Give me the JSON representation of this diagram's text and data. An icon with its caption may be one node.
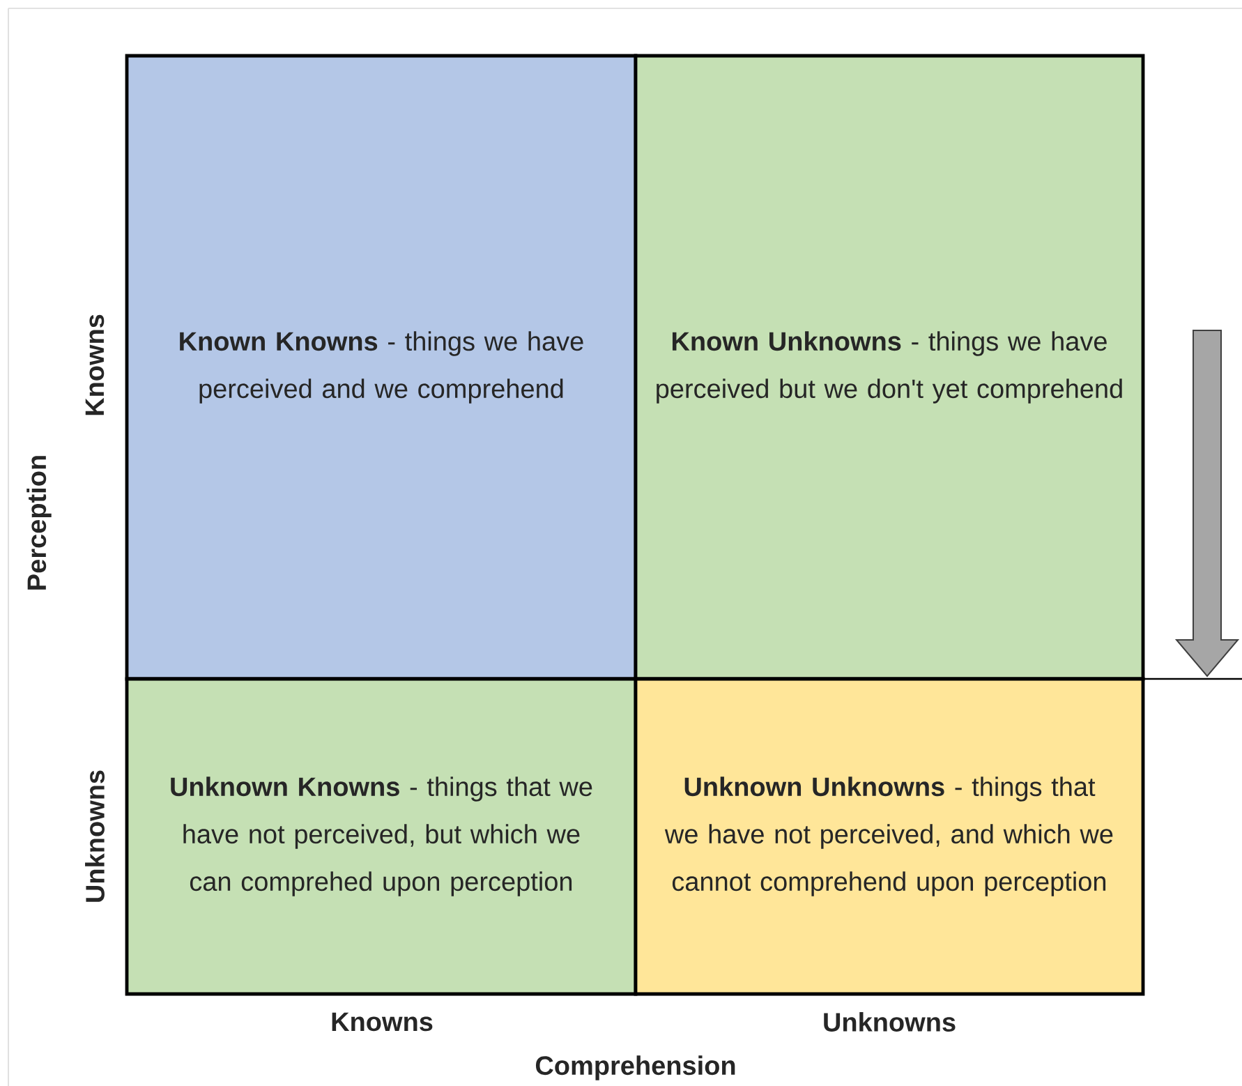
{
  "diagram": {
    "nodes": [
      {
        "text": [
          "**Known Knowns** - things we have perceived and we comprehend"
        ]
      },
      {
        "text": [
          "**Known Unknowns** - things we have perceived but we don't yet comprehend"
        ]
      },
      {
        "text": [
          "**Unknown Knowns** - things that we have not perceived, but which we can comprehed upon perception"
        ]
      },
      {
        "text": [
          "**Unknown Unknowns** - things that we have not perceived, and which we cannot comprehend upon perception"
        ]
      }
    ],
    "labels": [
      "Knowns",
      "Perception",
      "Unknowns",
      "Knowns",
      "Unknowns",
      "Comprehension"
    ]
  }
}
